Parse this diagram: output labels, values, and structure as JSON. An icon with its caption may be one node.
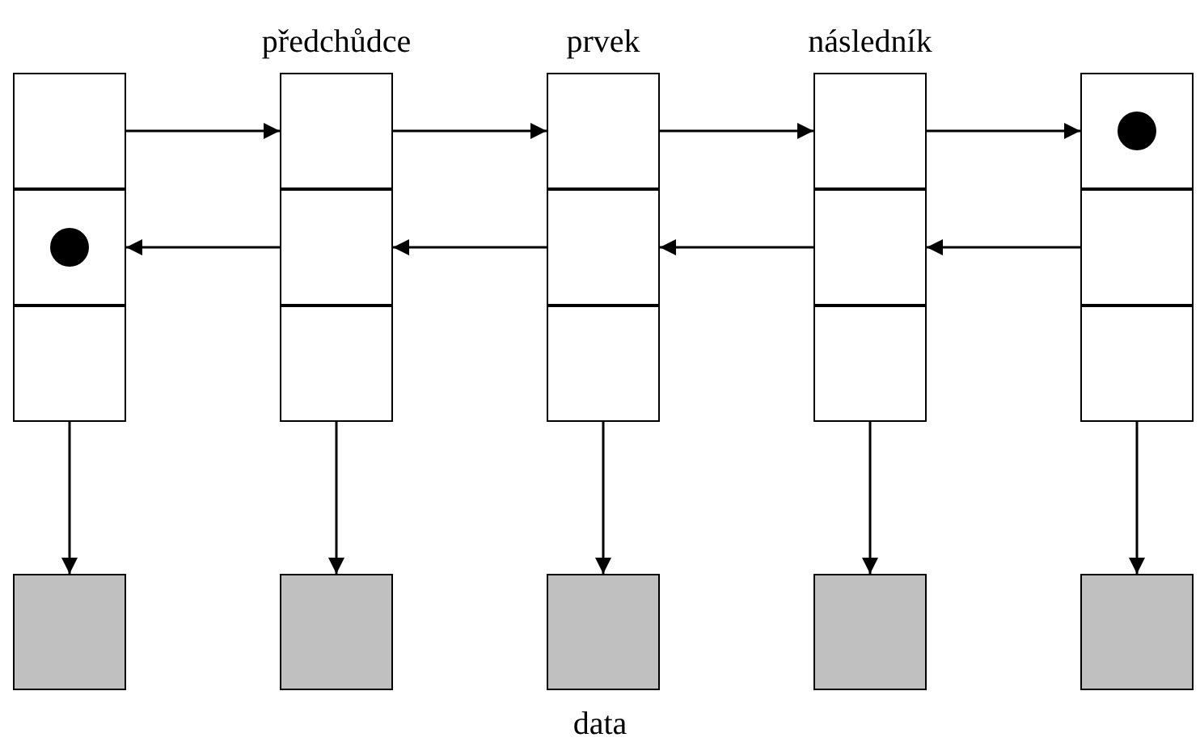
{
  "diagram": {
    "nodes": [
      {
        "text": [],
        "shape": "box"
      },
      {
        "text": [],
        "shape": "box",
        "in": 0
      },
      {
        "text": [],
        "shape": "box",
        "in": 0
      },
      {
        "text": [],
        "shape": "circle",
        "in": 2
      },
      {
        "text": [],
        "shape": "box",
        "in": 0
      },
      {
        "text": [
          "předchůdce"
        ]
      },
      {
        "text": [],
        "shape": "box",
        "in": 5
      },
      {
        "text": [],
        "shape": "box",
        "in": 5
      },
      {
        "text": [],
        "shape": "box",
        "in": 5
      },
      {
        "text": [
          "prvek"
        ]
      },
      {
        "text": [],
        "shape": "box",
        "in": 9
      },
      {
        "text": [],
        "shape": "box",
        "in": 9
      },
      {
        "text": [],
        "shape": "box",
        "in": 9
      },
      {
        "text": [
          "následník"
        ]
      },
      {
        "text": [],
        "shape": "box",
        "in": 13
      },
      {
        "text": [],
        "shape": "box",
        "in": 13
      },
      {
        "text": [],
        "shape": "box",
        "in": 13
      },
      {
        "text": [],
        "shape": "box"
      },
      {
        "text": [],
        "shape": "box",
        "in": 17
      },
      {
        "text": [],
        "shape": "circle",
        "in": 18
      },
      {
        "text": [],
        "shape": "box",
        "in": 17
      },
      {
        "text": [],
        "shape": "box",
        "in": 17
      },
      {
        "text": [],
        "shape": "box"
      },
      {
        "text": [],
        "shape": "box"
      },
      {
        "text": [],
        "shape": "box"
      },
      {
        "text": [],
        "shape": "box"
      },
      {
        "text": [],
        "shape": "box"
      }
    ],
    "edges": [
      {
        "from": 1,
        "to": 6,
        "arrow": "to"
      },
      {
        "from": 6,
        "to": 10,
        "arrow": "to"
      },
      {
        "from": 10,
        "to": 14,
        "arrow": "to"
      },
      {
        "from": 14,
        "to": 18,
        "arrow": "to"
      },
      {
        "from": 7,
        "to": 2,
        "arrow": "to"
      },
      {
        "from": 11,
        "to": 7,
        "arrow": "to"
      },
      {
        "from": 15,
        "to": 11,
        "arrow": "to"
      },
      {
        "from": 20,
        "to": 15,
        "arrow": "to"
      },
      {
        "from": 4,
        "to": 22,
        "arrow": "to"
      },
      {
        "from": 8,
        "to": 23,
        "arrow": "to"
      },
      {
        "from": 12,
        "to": 24,
        "arrow": "to"
      },
      {
        "from": 16,
        "to": 25,
        "arrow": "to"
      },
      {
        "from": 21,
        "to": 26,
        "arrow": "to"
      }
    ],
    "labels": [
      "data"
    ]
  }
}
